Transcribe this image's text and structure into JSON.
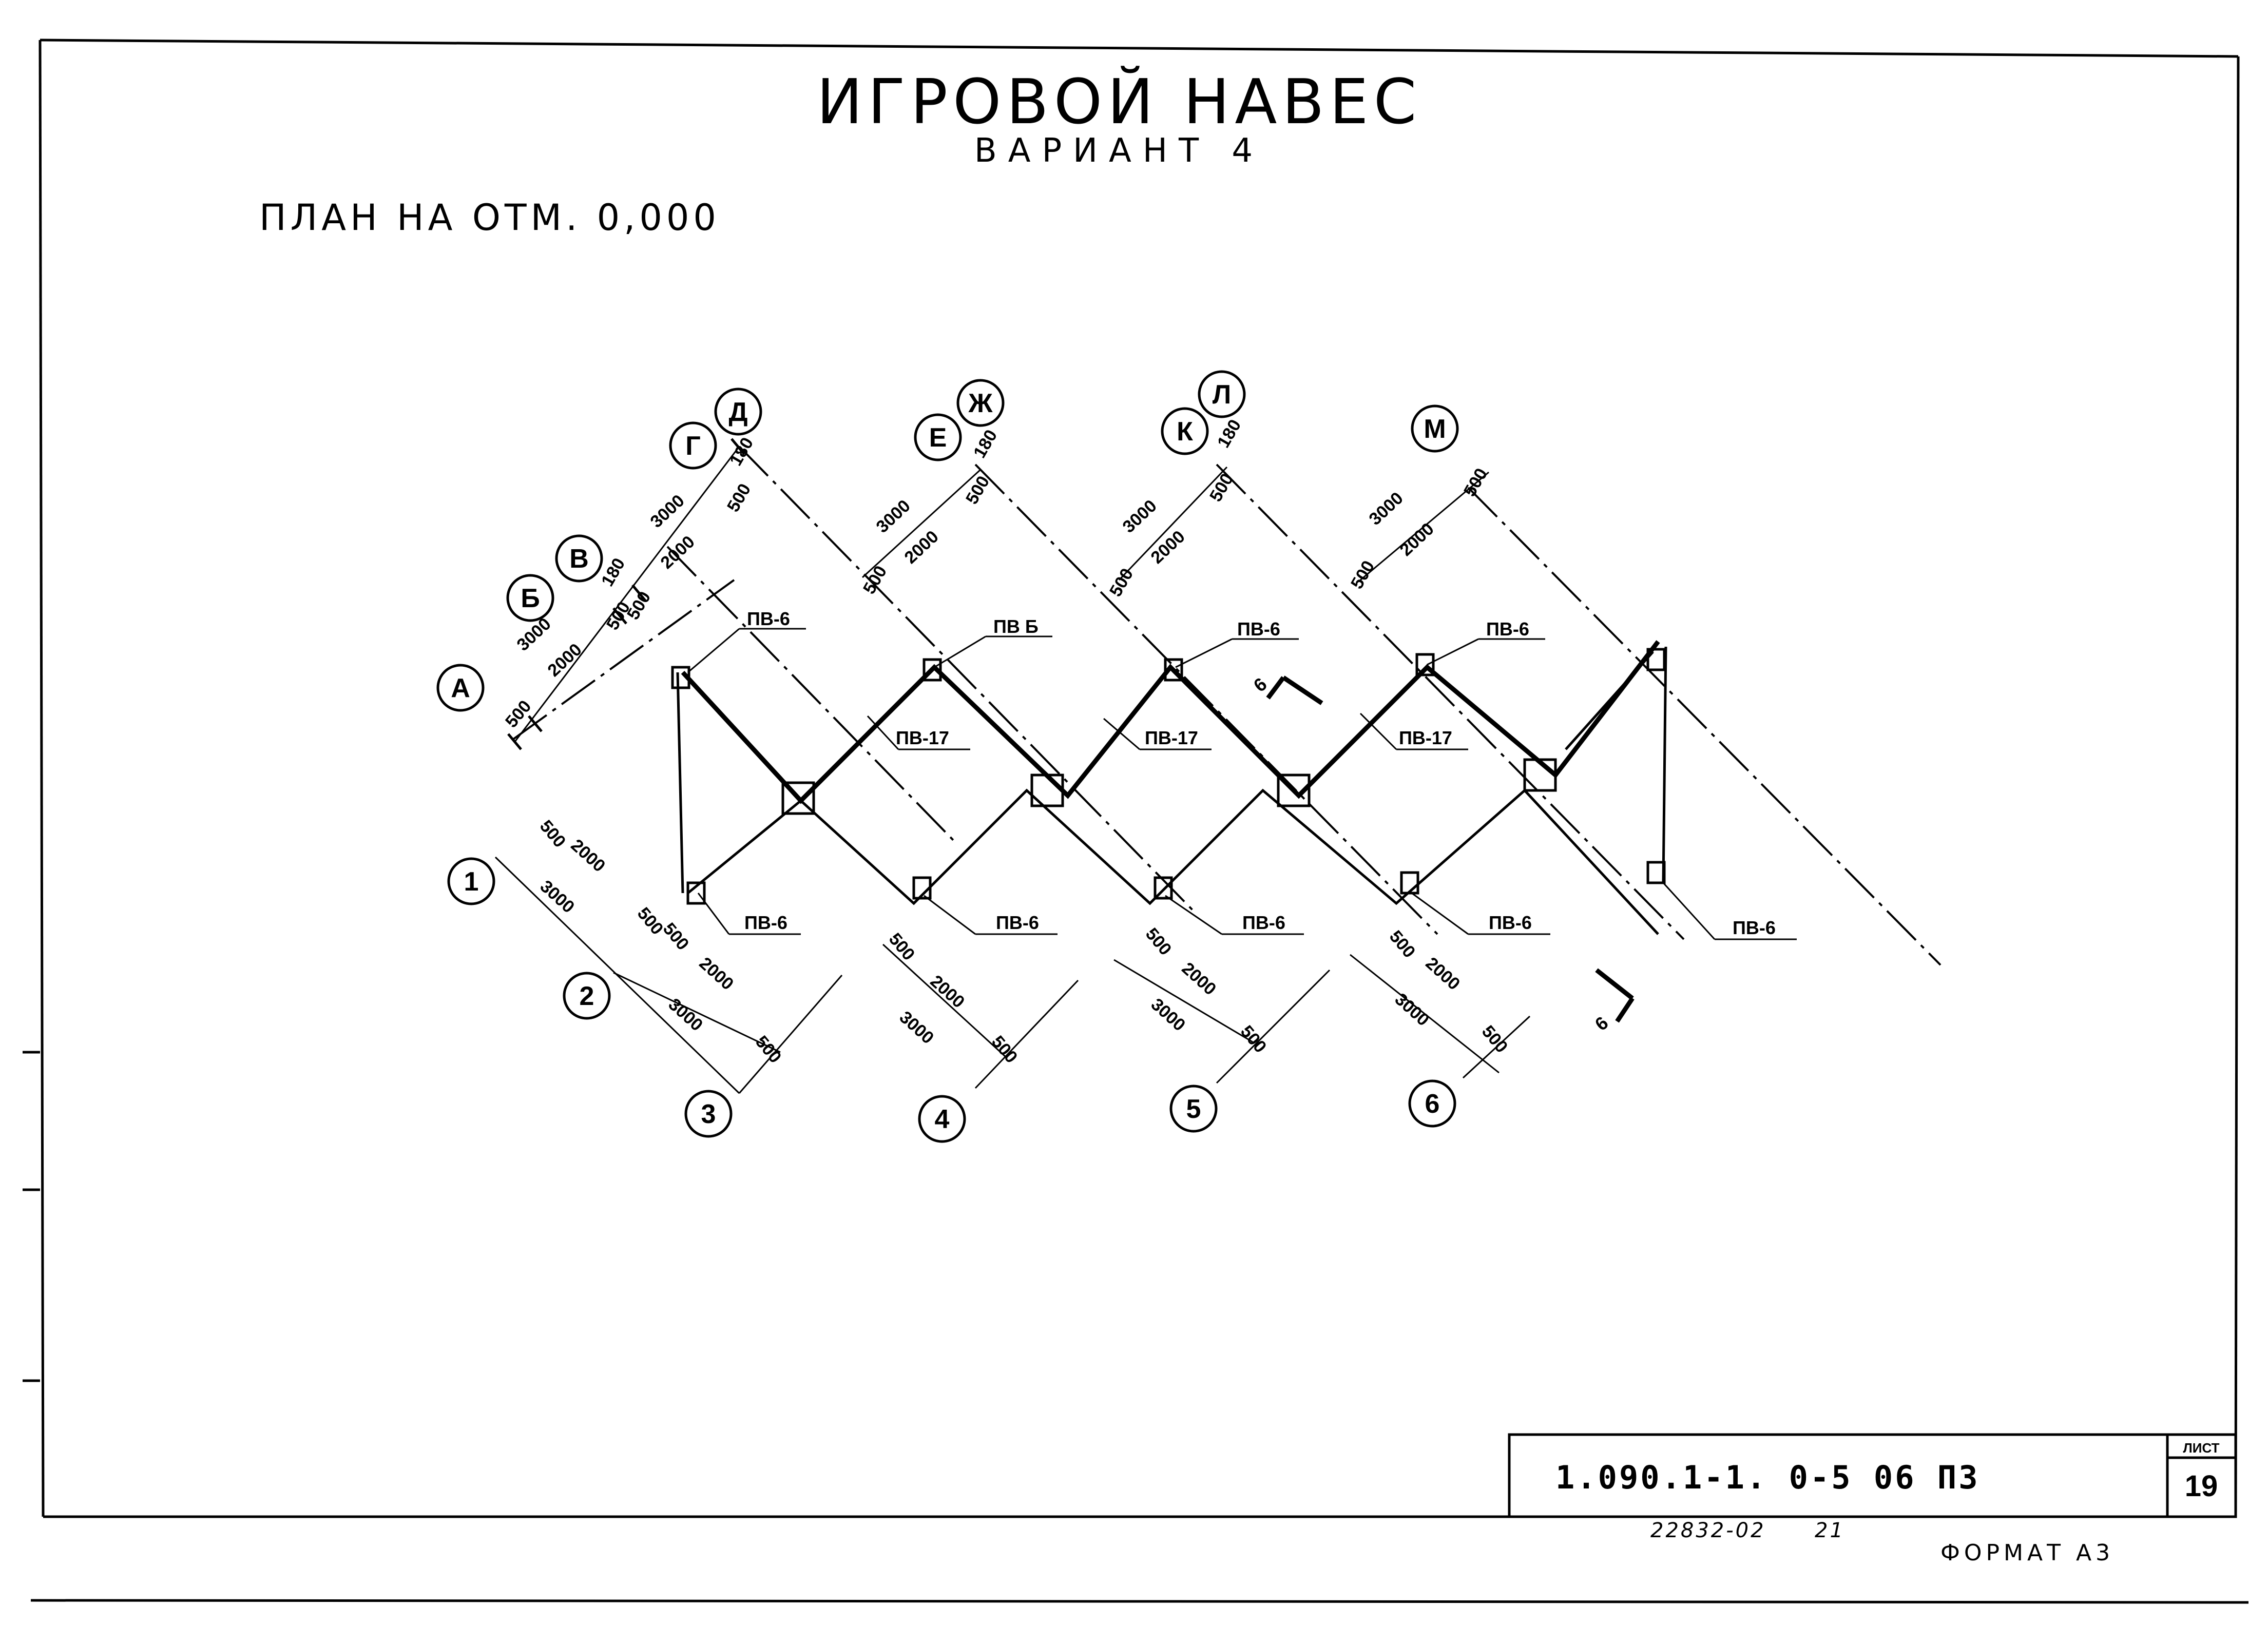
{
  "title": "ИГРОВОЙ НАВЕС",
  "subtitle": "ВАРИАНТ 4",
  "plan_label": "ПЛАН НА ОТМ. 0,000",
  "axes_letters": [
    "А",
    "Б",
    "В",
    "Г",
    "Д",
    "Е",
    "Ж",
    "К",
    "Л",
    "М"
  ],
  "axes_numbers": [
    "1",
    "2",
    "3",
    "4",
    "5",
    "6"
  ],
  "dims": {
    "d500": "500",
    "d2000": "2000",
    "d3000": "3000",
    "d180": "180"
  },
  "marks": {
    "pb6": "ПВ-6",
    "pb6b": "ПВ Б",
    "pb17": "ПВ-17"
  },
  "section": {
    "label": "6"
  },
  "stamp": {
    "code": "1.090.1-1. 0-5   06 ПЗ",
    "sheet_label": "ЛИСТ",
    "sheet_number": "19"
  },
  "footer": {
    "inventory": "22832-02",
    "page": "21",
    "format": "ФОРМАТ А3"
  }
}
